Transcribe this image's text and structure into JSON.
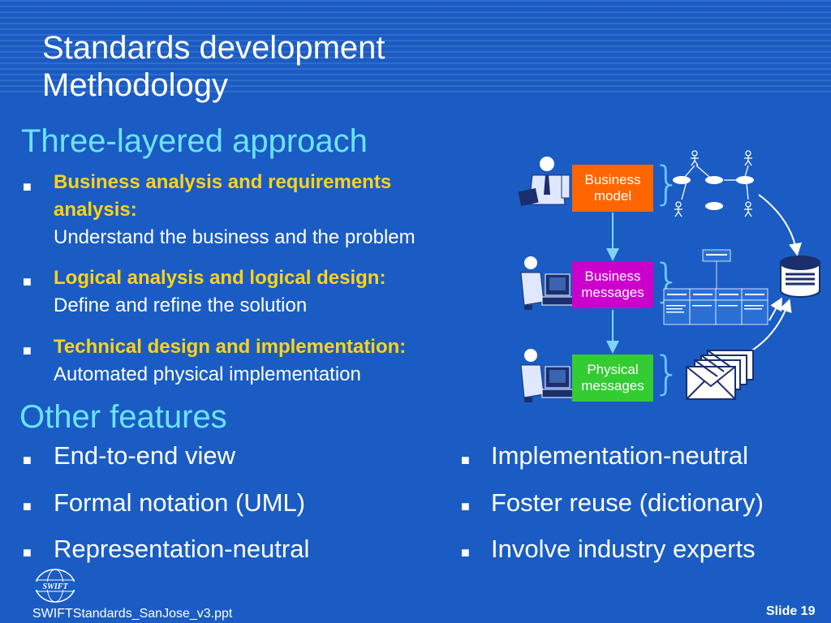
{
  "title": {
    "line1": "Standards development",
    "line2": "Methodology"
  },
  "section1": {
    "heading": "Three-layered approach",
    "bullets": [
      {
        "bold1": "Business analysis and requirements",
        "bold2": "analysis:",
        "text": "Understand the business and the problem"
      },
      {
        "bold": "Logical analysis and logical design:",
        "text": "Define and refine the solution"
      },
      {
        "bold": "Technical design and implementation:",
        "text": "Automated physical implementation"
      }
    ]
  },
  "diagram": {
    "layers": [
      {
        "line1": "Business",
        "line2": "model",
        "color": "#ff6600"
      },
      {
        "line1": "Business",
        "line2": "messages",
        "color": "#cc00cc"
      },
      {
        "line1": "Physical",
        "line2": "messages",
        "color": "#33cc33"
      }
    ]
  },
  "section2": {
    "heading": "Other features",
    "left": [
      "End-to-end view",
      "Formal notation (UML)",
      "Representation-neutral"
    ],
    "right": [
      "Implementation-neutral",
      "Foster reuse (dictionary)",
      "Involve industry experts"
    ]
  },
  "footer": {
    "logo_text": "SWIFT",
    "file": "SWIFTStandards_SanJose_v3.ppt",
    "slide": "Slide 19"
  },
  "colors": {
    "background": "#1a5cc3",
    "accent_yellow": "#ffd21a",
    "accent_cyan": "#6ce3ff"
  }
}
